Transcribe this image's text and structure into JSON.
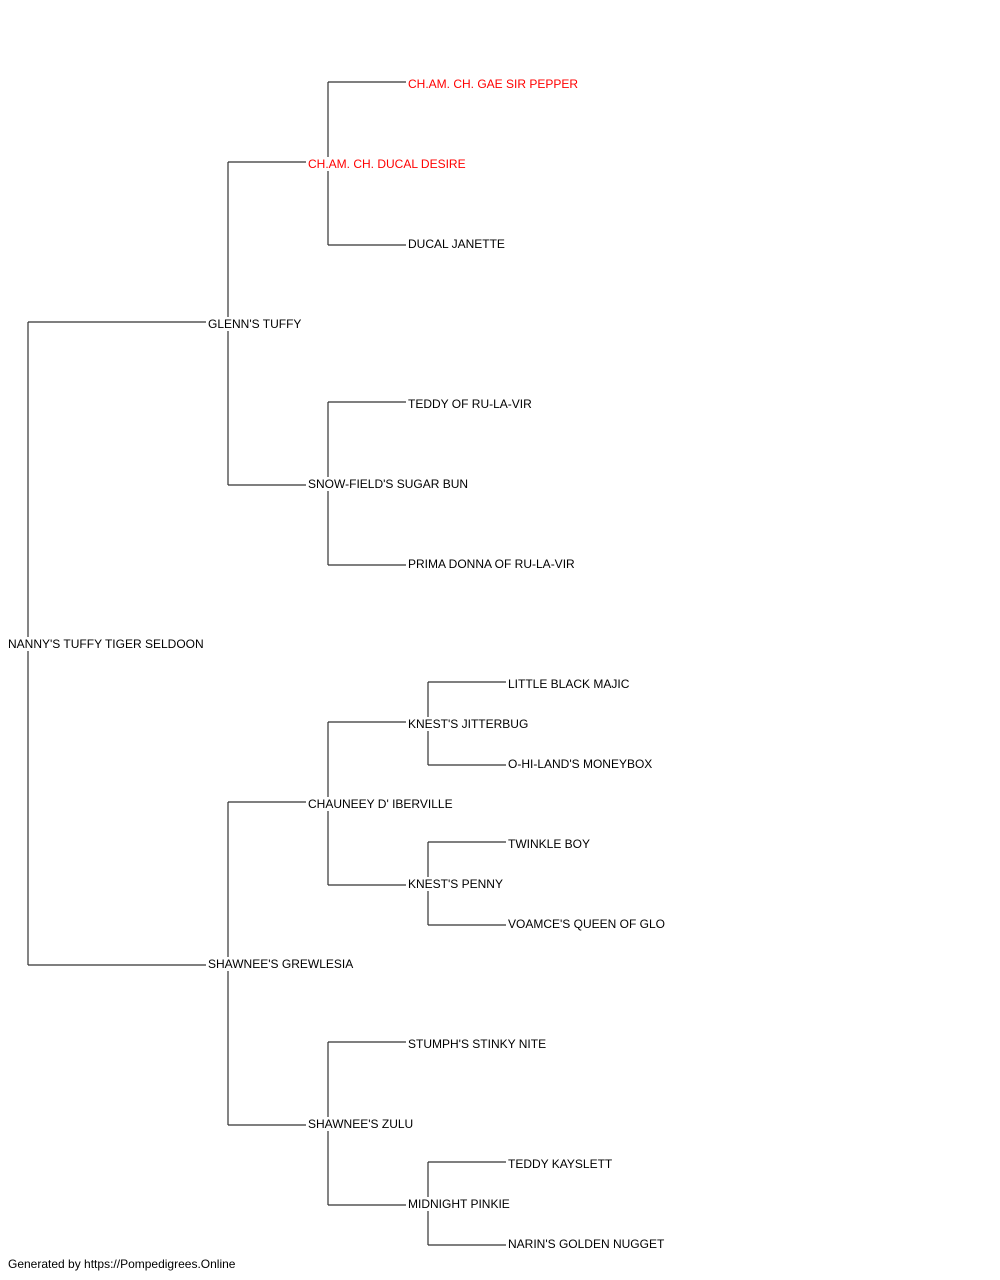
{
  "pedigree": {
    "subject": {
      "name": "NANNY'S TUFFY TIGER SELDOON",
      "highlight": false
    },
    "sire": {
      "name": "GLENN'S TUFFY",
      "highlight": false
    },
    "dam": {
      "name": "SHAWNEE'S GREWLESIA",
      "highlight": false
    },
    "sire_sire": {
      "name": "CH.AM. CH. DUCAL DESIRE",
      "highlight": true
    },
    "sire_dam": {
      "name": "SNOW-FIELD'S SUGAR BUN",
      "highlight": false
    },
    "dam_sire": {
      "name": "CHAUNEEY D' IBERVILLE",
      "highlight": false
    },
    "dam_dam": {
      "name": "SHAWNEE'S ZULU",
      "highlight": false
    },
    "sire_sire_sire": {
      "name": "CH.AM. CH. GAE SIR PEPPER",
      "highlight": true
    },
    "sire_sire_dam": {
      "name": "DUCAL JANETTE",
      "highlight": false
    },
    "sire_dam_sire": {
      "name": "TEDDY OF RU-LA-VIR",
      "highlight": false
    },
    "sire_dam_dam": {
      "name": "PRIMA DONNA OF RU-LA-VIR",
      "highlight": false
    },
    "dam_sire_sire": {
      "name": "KNEST'S JITTERBUG",
      "highlight": false
    },
    "dam_sire_dam": {
      "name": "KNEST'S PENNY",
      "highlight": false
    },
    "dam_dam_sire": {
      "name": "STUMPH'S STINKY NITE",
      "highlight": false
    },
    "dam_dam_dam": {
      "name": "MIDNIGHT PINKIE",
      "highlight": false
    },
    "dam_sire_sire_sire": {
      "name": "LITTLE BLACK MAJIC",
      "highlight": false
    },
    "dam_sire_sire_dam": {
      "name": "O-HI-LAND'S MONEYBOX",
      "highlight": false
    },
    "dam_sire_dam_sire": {
      "name": "TWINKLE BOY",
      "highlight": false
    },
    "dam_sire_dam_dam": {
      "name": "VOAMCE'S QUEEN OF GLO",
      "highlight": false
    },
    "dam_dam_dam_sire": {
      "name": "TEDDY KAYSLETT",
      "highlight": false
    },
    "dam_dam_dam_dam": {
      "name": "NARIN'S GOLDEN NUGGET",
      "highlight": false
    }
  },
  "colors": {
    "line": "#333333",
    "highlight_text": "#ff0000"
  },
  "footer": "Generated by https://Pompedigrees.Online"
}
